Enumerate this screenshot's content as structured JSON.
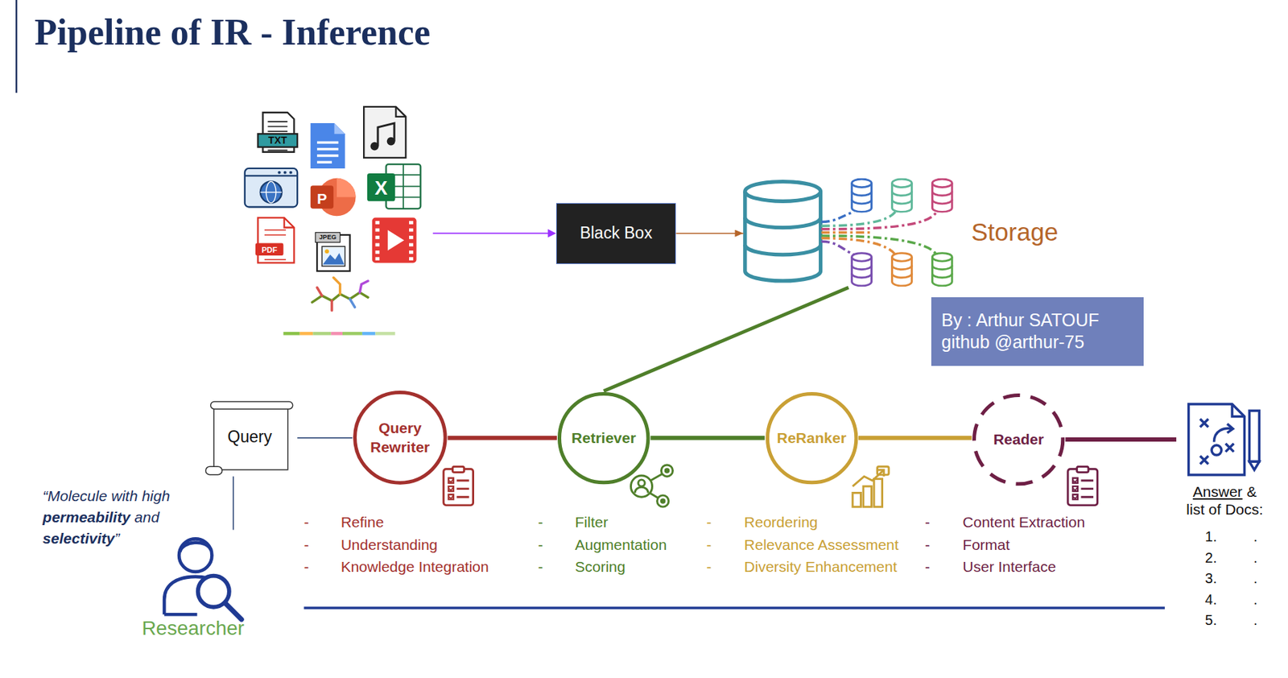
{
  "diagram": {
    "title": "Pipeline of IR - Inference",
    "nodes": [
      {
        "text": [
          "Black Box"
        ]
      },
      {
        "text": [
          "Storage"
        ]
      },
      {
        "text": [
          "By : Arthur SATOUF github @arthur-75"
        ]
      },
      {
        "text": [
          "Query"
        ]
      },
      {
        "text": [
          "Query Rewriter"
        ]
      },
      {
        "text": [
          "Retriever"
        ]
      },
      {
        "text": [
          "ReRanker"
        ]
      },
      {
        "text": [
          "Reader"
        ]
      },
      {
        "text": [
          "Answer",
          "& list of Docs:"
        ]
      },
      {
        "text": [
          "Researcher"
        ]
      }
    ],
    "edges": [
      {
        "from": 3,
        "to": 9,
        "arrow": "none"
      },
      {
        "from": 3,
        "to": 4,
        "arrow": "none"
      },
      {
        "from": 4,
        "to": 5,
        "arrow": "none"
      },
      {
        "from": 5,
        "to": 6,
        "arrow": "none"
      },
      {
        "from": 6,
        "to": 7,
        "arrow": "none"
      },
      {
        "from": 7,
        "to": 8,
        "arrow": "none"
      },
      {
        "from": 0,
        "to": 1,
        "arrow": "to"
      },
      {
        "from": 5,
        "to": 1,
        "arrow": "none"
      }
    ],
    "labels": [
      "TXT",
      "P",
      "X",
      "PDF",
      "JPEG",
      "“Molecule with high",
      "permeability",
      "and",
      "selectivity",
      "”",
      "-",
      "Refine",
      "-",
      "Understanding",
      "-",
      "Knowledge Integration",
      "-",
      "Filter",
      "-",
      "Augmentation",
      "-",
      "Scoring",
      "-",
      "Reordering",
      "-",
      "Relevance Assessment",
      "-",
      "Diversity Enhancement",
      "-",
      "Content Extraction",
      "-",
      "Format",
      "-",
      "User Interface",
      "1.",
      ".",
      "2.",
      ".",
      "3.",
      ".",
      "4.",
      ".",
      "5.",
      "."
    ]
  }
}
